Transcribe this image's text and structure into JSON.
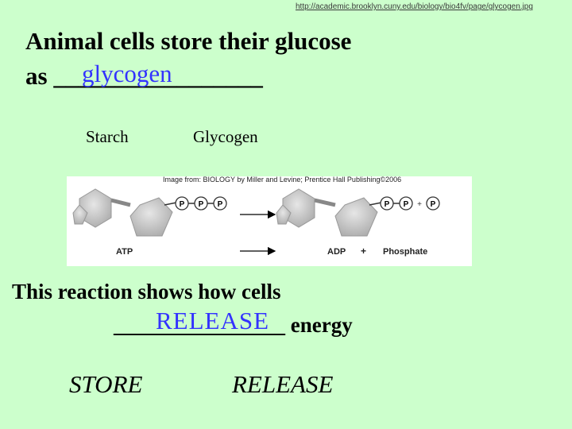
{
  "source_url": "http://academic.brooklyn.cuny.edu/biology/bio4fv/page/glycogen.jpg",
  "question1": {
    "line1": "Animal cells store their glucose",
    "line2_prefix": "as ",
    "blank": "_________________",
    "answer": "glycogen"
  },
  "options1": [
    "Starch",
    "Glycogen"
  ],
  "image_credit": "Image from: BIOLOGY by Miller and Levine; Prentice Hall Publishing©2006",
  "diagram": {
    "phosphate_symbol": "P",
    "plus_symbol": "+",
    "left_label": "ATP",
    "right_label_1": "ADP",
    "right_plus": "+",
    "right_label_2": "Phosphate"
  },
  "question2": {
    "line1": "This reaction shows how cells",
    "blank": "________________",
    "suffix": " energy",
    "answer": "RELEASE"
  },
  "options2": [
    "STORE",
    "RELEASE"
  ],
  "colors": {
    "background": "#ccffcc",
    "answer": "#3333ff",
    "diagram_fill": "#c8c8c8"
  }
}
